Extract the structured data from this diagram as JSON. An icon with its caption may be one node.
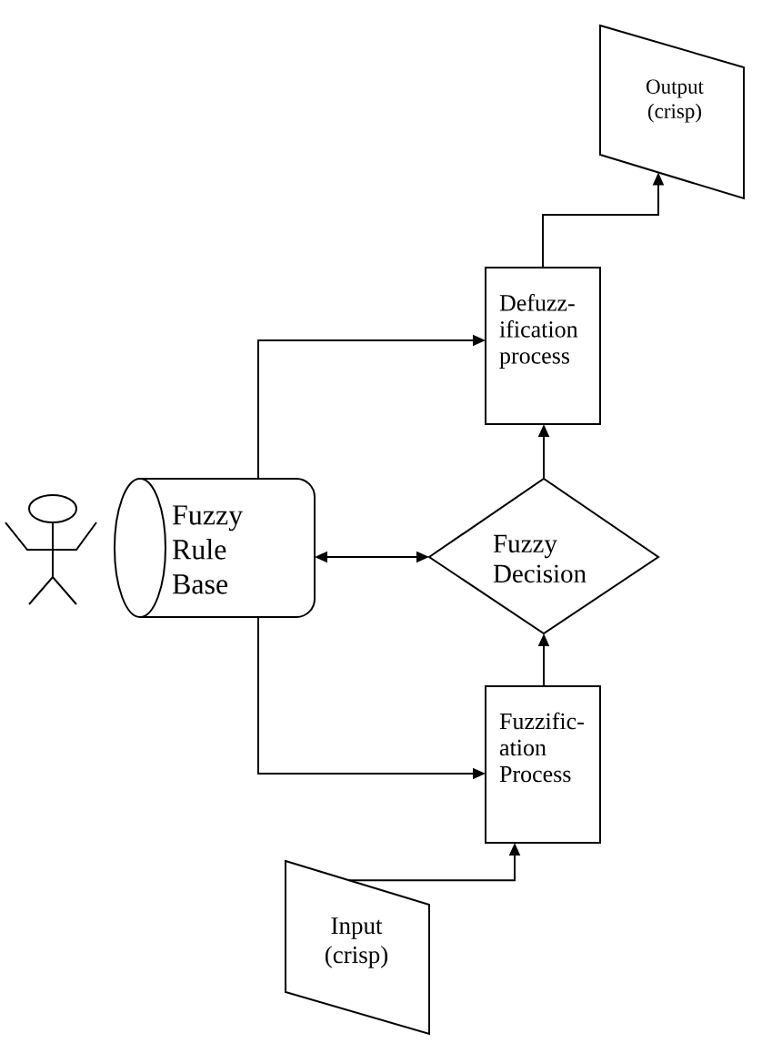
{
  "diagram": {
    "nodes": [
      {
        "text": [
          "Output (crisp)"
        ]
      },
      {
        "text": [
          "Defuzz- ification process"
        ]
      },
      {
        "text": [
          "Fuzzy Rule Base"
        ]
      },
      {
        "text": [
          "Fuzzy Decision"
        ]
      },
      {
        "text": [
          "Fuzzific- ation Process"
        ]
      },
      {
        "text": [
          "Input (crisp)"
        ]
      }
    ],
    "edges": [
      {
        "from": 1,
        "to": 0,
        "arrow": "to"
      },
      {
        "from": 3,
        "to": 1,
        "arrow": "to"
      },
      {
        "from": 2,
        "to": 1,
        "arrow": "to"
      },
      {
        "from": 2,
        "to": 3,
        "arrow": "both"
      },
      {
        "from": 2,
        "to": 4,
        "arrow": "to"
      },
      {
        "from": 4,
        "to": 3,
        "arrow": "to"
      },
      {
        "from": 5,
        "to": 4,
        "arrow": "to"
      }
    ]
  }
}
